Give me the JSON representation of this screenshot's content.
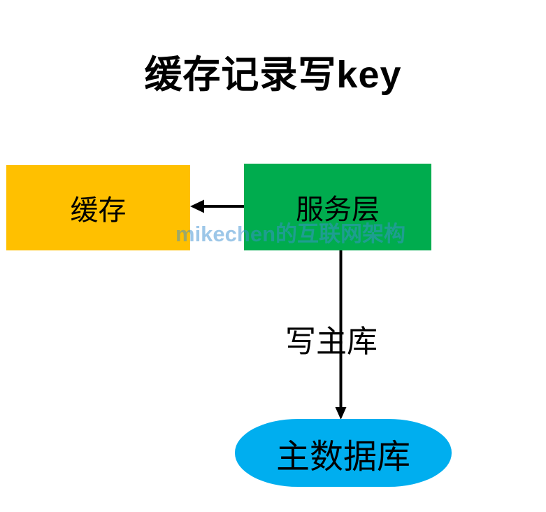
{
  "title": "缓存记录写key",
  "watermark": "mikechen的互联网架构",
  "diagram": {
    "nodes": [
      {
        "id": "cache",
        "label": "缓存",
        "shape": "rectangle",
        "fill": "#FFC000"
      },
      {
        "id": "service",
        "label": "服务层",
        "shape": "rectangle",
        "fill": "#00AC4E"
      },
      {
        "id": "primary-db",
        "label": "主数据库",
        "shape": "rounded-ellipse",
        "fill": "#00AEEF"
      }
    ],
    "edges": [
      {
        "from": "service",
        "to": "cache",
        "label": "",
        "direction": "left"
      },
      {
        "from": "service",
        "to": "primary-db",
        "label": "写主库",
        "direction": "down"
      }
    ]
  },
  "colors": {
    "background": "#FFFFFF",
    "text": "#000000",
    "cache_fill": "#FFC000",
    "service_fill": "#00AC4E",
    "db_fill": "#00AEEF",
    "arrow": "#000000",
    "watermark_text": "#8CBAEA"
  }
}
